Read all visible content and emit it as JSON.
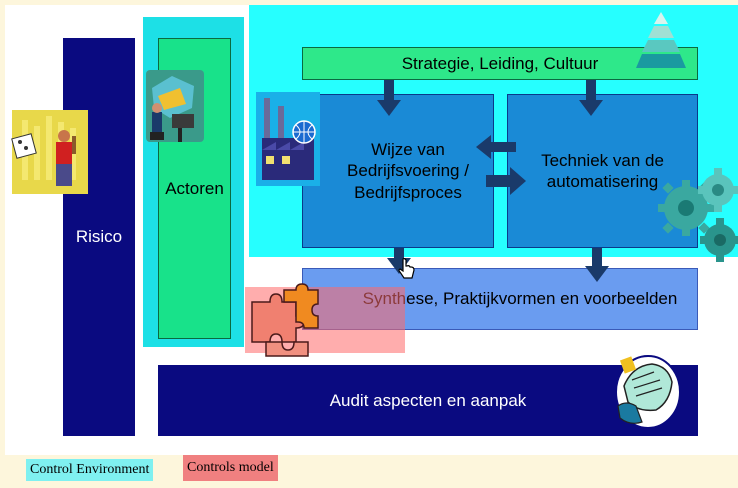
{
  "diagram": {
    "risico_label": "Risico",
    "actoren_label": "Actoren",
    "strategie_label": "Strategie, Leiding, Cultuur",
    "bedrijfsvoering_label": "Wijze van\nBedrijfsvoering /\nBedrijfsproces",
    "techniek_label": "Techniek van de\nautomatisering",
    "synthese_label": "Synthese, Praktijkvormen en voorbeelden",
    "audit_label": "Audit aspecten en aanpak"
  },
  "legend": {
    "control_environment": "Control Environment",
    "controls_model": "Controls model"
  },
  "colors": {
    "control_environment": "#00ffff",
    "controls_model": "#ff6a6a",
    "dark_navy": "#0a0a80",
    "green": "#2ee88a",
    "blue": "#1a8ad6",
    "synthese_blue": "#6a9cf0",
    "arrow": "#1a3a6a"
  },
  "icons": [
    "dice-chart-clipart",
    "film-crew-clipart",
    "factory-globe-clipart",
    "pyramid-icon",
    "gears-icon",
    "puzzle-icon",
    "hand-document-clipart",
    "mouse-cursor-icon"
  ]
}
